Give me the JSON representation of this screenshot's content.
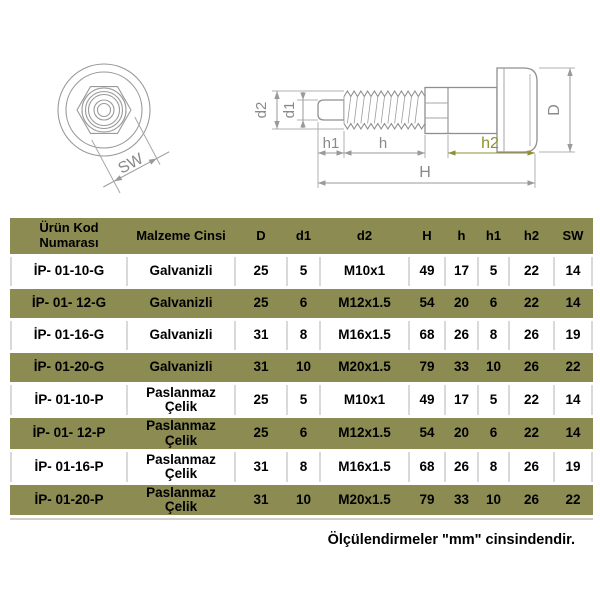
{
  "drawing": {
    "front_view": {
      "sw_label": "SW"
    },
    "side_view": {
      "d2": "d2",
      "d1": "d1",
      "h1": "h1",
      "h": "h",
      "h2": "h2",
      "H": "H",
      "D": "D"
    },
    "colors": {
      "line_gray": "#8f8f8f",
      "dim_gray": "#9a9a9a",
      "h2_accent": "#8f8f33"
    }
  },
  "table": {
    "columns": [
      "Ürün Kod\nNumarası",
      "Malzeme Cinsi",
      "D",
      "d1",
      "d2",
      "H",
      "h",
      "h1",
      "h2",
      "SW"
    ],
    "rows": [
      {
        "shade": "white",
        "cells": [
          "İP- 01-10-G",
          "Galvanizli",
          "25",
          "5",
          "M10x1",
          "49",
          "17",
          "5",
          "22",
          "14"
        ]
      },
      {
        "shade": "olive",
        "cells": [
          "İP- 01- 12-G",
          "Galvanizli",
          "25",
          "6",
          "M12x1.5",
          "54",
          "20",
          "6",
          "22",
          "14"
        ]
      },
      {
        "shade": "white",
        "cells": [
          "İP- 01-16-G",
          "Galvanizli",
          "31",
          "8",
          "M16x1.5",
          "68",
          "26",
          "8",
          "26",
          "19"
        ]
      },
      {
        "shade": "olive",
        "cells": [
          "İP- 01-20-G",
          "Galvanizli",
          "31",
          "10",
          "M20x1.5",
          "79",
          "33",
          "10",
          "26",
          "22"
        ]
      },
      {
        "shade": "white",
        "cells": [
          "İP- 01-10-P",
          "Paslanmaz\nÇelik",
          "25",
          "5",
          "M10x1",
          "49",
          "17",
          "5",
          "22",
          "14"
        ]
      },
      {
        "shade": "olive",
        "cells": [
          "İP- 01- 12-P",
          "Paslanmaz\nÇelik",
          "25",
          "6",
          "M12x1.5",
          "54",
          "20",
          "6",
          "22",
          "14"
        ]
      },
      {
        "shade": "white",
        "cells": [
          "İP- 01-16-P",
          "Paslanmaz\nÇelik",
          "31",
          "8",
          "M16x1.5",
          "68",
          "26",
          "8",
          "26",
          "19"
        ]
      },
      {
        "shade": "olive",
        "cells": [
          "İP- 01-20-P",
          "Paslanmaz\nÇelik",
          "31",
          "10",
          "M20x1.5",
          "79",
          "33",
          "10",
          "26",
          "22"
        ]
      }
    ],
    "colors": {
      "olive": "#8b8b52",
      "separator": "#d9d9d9"
    }
  },
  "footer": {
    "note": "Ölçülendirmeler \"mm\" cinsindendir."
  }
}
